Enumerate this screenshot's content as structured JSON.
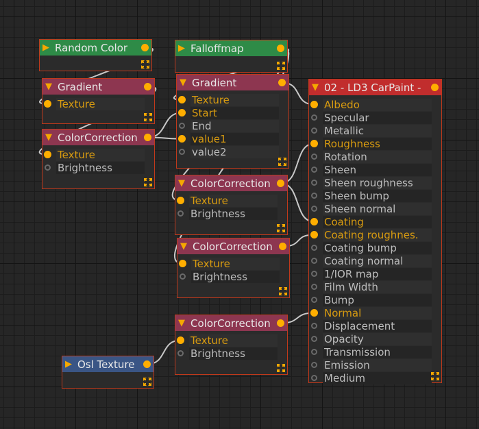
{
  "accent_colors": {
    "port_connected": "#ffae00",
    "node_border": "#c0391b",
    "header_green": "#2e8b47",
    "header_pink": "#8d3650",
    "header_red": "#c12d2d",
    "header_blue": "#3a5585",
    "wire": "#c8c8c8"
  },
  "nodes": {
    "random_color": {
      "title": "Random Color",
      "collapsed": true,
      "inputs": []
    },
    "gradient_left": {
      "title": "Gradient",
      "collapsed": false,
      "inputs": [
        {
          "label": "Texture",
          "connected": true
        }
      ]
    },
    "colorcorrection_left": {
      "title": "ColorCorrection",
      "collapsed": false,
      "inputs": [
        {
          "label": "Texture",
          "connected": true
        },
        {
          "label": "Brightness",
          "connected": false
        }
      ]
    },
    "falloffmap": {
      "title": "Falloffmap",
      "collapsed": true,
      "inputs": []
    },
    "gradient_mid": {
      "title": "Gradient",
      "collapsed": false,
      "inputs": [
        {
          "label": "Texture",
          "connected": true
        },
        {
          "label": "Start",
          "connected": true
        },
        {
          "label": "End",
          "connected": false
        },
        {
          "label": "value1",
          "connected": true
        },
        {
          "label": "value2",
          "connected": false
        }
      ]
    },
    "colorcorrection_a": {
      "title": "ColorCorrection",
      "collapsed": false,
      "inputs": [
        {
          "label": "Texture",
          "connected": true
        },
        {
          "label": "Brightness",
          "connected": false
        }
      ]
    },
    "colorcorrection_b": {
      "title": "ColorCorrection",
      "collapsed": false,
      "inputs": [
        {
          "label": "Texture",
          "connected": true
        },
        {
          "label": "Brightness",
          "connected": false
        }
      ]
    },
    "colorcorrection_c": {
      "title": "ColorCorrection",
      "collapsed": false,
      "inputs": [
        {
          "label": "Texture",
          "connected": true
        },
        {
          "label": "Brightness",
          "connected": false
        }
      ]
    },
    "osl_texture": {
      "title": "Osl Texture",
      "collapsed": true,
      "inputs": []
    },
    "carpaint": {
      "title": "02 - LD3 CarPaint -",
      "collapsed": false,
      "inputs": [
        {
          "label": "Albedo",
          "connected": true
        },
        {
          "label": "Specular",
          "connected": false
        },
        {
          "label": "Metallic",
          "connected": false
        },
        {
          "label": "Roughness",
          "connected": true
        },
        {
          "label": "Rotation",
          "connected": false
        },
        {
          "label": "Sheen",
          "connected": false
        },
        {
          "label": "Sheen roughness",
          "connected": false
        },
        {
          "label": "Sheen bump",
          "connected": false
        },
        {
          "label": "Sheen normal",
          "connected": false
        },
        {
          "label": "Coating",
          "connected": true
        },
        {
          "label": "Coating roughnes.",
          "connected": true
        },
        {
          "label": "Coating bump",
          "connected": false
        },
        {
          "label": "Coating normal",
          "connected": false
        },
        {
          "label": "1/IOR map",
          "connected": false
        },
        {
          "label": "Film Width",
          "connected": false
        },
        {
          "label": "Bump",
          "connected": false
        },
        {
          "label": "Normal",
          "connected": true
        },
        {
          "label": "Displacement",
          "connected": false
        },
        {
          "label": "Opacity",
          "connected": false
        },
        {
          "label": "Transmission",
          "connected": false
        },
        {
          "label": "Emission",
          "connected": false
        },
        {
          "label": "Medium",
          "connected": false
        }
      ]
    }
  },
  "connections": [
    {
      "from": "random_color",
      "to": "gradient_left.Texture"
    },
    {
      "from": "gradient_left",
      "to": "colorcorrection_left.Texture"
    },
    {
      "from": "colorcorrection_left",
      "to": "gradient_mid.Start"
    },
    {
      "from": "colorcorrection_left",
      "to": "gradient_mid.value1"
    },
    {
      "from": "falloffmap",
      "to": "gradient_mid.Texture"
    },
    {
      "from": "falloffmap",
      "to": "colorcorrection_a.Texture"
    },
    {
      "from": "falloffmap",
      "to": "colorcorrection_b.Texture"
    },
    {
      "from": "gradient_mid",
      "to": "carpaint.Albedo"
    },
    {
      "from": "colorcorrection_a",
      "to": "carpaint.Roughness"
    },
    {
      "from": "colorcorrection_a",
      "to": "carpaint.Coating"
    },
    {
      "from": "colorcorrection_b",
      "to": "carpaint.Coating roughnes."
    },
    {
      "from": "colorcorrection_c",
      "to": "carpaint.Normal"
    },
    {
      "from": "osl_texture",
      "to": "colorcorrection_c.Texture"
    }
  ],
  "icons": {
    "expand": "expand-arrows-icon",
    "collapsed": "triangle-right-icon",
    "expanded": "triangle-down-icon"
  }
}
